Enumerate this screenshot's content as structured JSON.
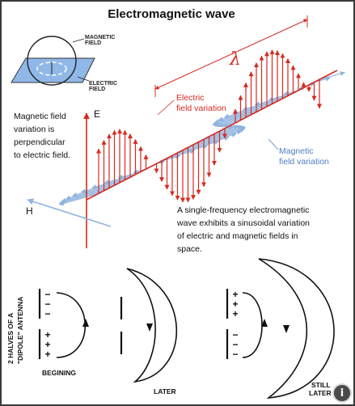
{
  "title": "Electromagnetic wave",
  "inset": {
    "magnetic_label_1": "MAGNETIC",
    "magnetic_label_2": "FIELD",
    "electric_label_1": "ELECTRIC",
    "electric_label_2": "FIELD"
  },
  "wave": {
    "lambda": "λ",
    "e_axis": "E",
    "h_axis": "H",
    "electric_label_1": "Electric",
    "electric_label_2": "field variation",
    "magnetic_label_1": "Magnetic",
    "magnetic_label_2": "field variation"
  },
  "left_note": [
    "Magnetic field",
    "variation is",
    "perpendicular",
    "to electric field."
  ],
  "right_note": [
    "A single-frequency electromagnetic",
    "wave exhibits a sinusoidal variation",
    "of electric and magnetic fields in",
    "space."
  ],
  "antenna": {
    "side_label_1": "2 HALVES OF A",
    "side_label_2": "\"DIPOLE\" ANTENNA",
    "begining": "BEGINING",
    "later": "LATER",
    "still_1": "STILL",
    "still_2": "LATER",
    "minus": "−",
    "plus": "+"
  },
  "colors": {
    "electric": "#d62a1f",
    "magnetic": "#8fb3dc",
    "plane": "#8fb8e8"
  },
  "corner_button": {
    "icon": "info-icon",
    "glyph": "i"
  }
}
